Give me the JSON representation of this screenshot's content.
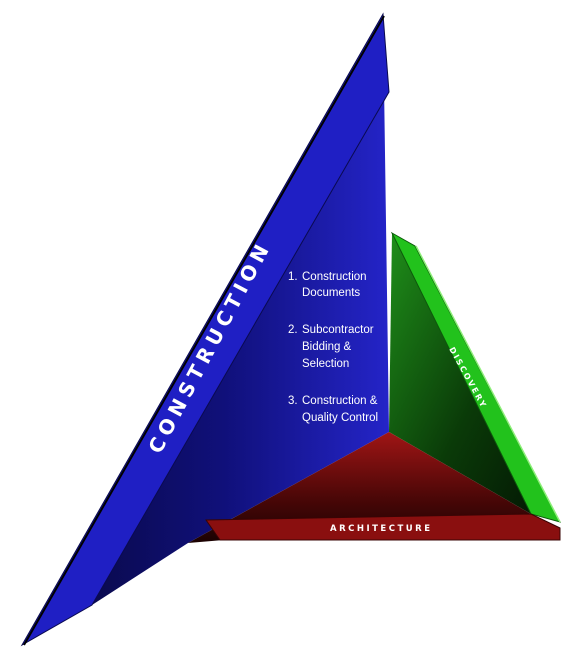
{
  "sections": {
    "construction": {
      "label": "CONSTRUCTION",
      "steps": [
        {
          "number": "1.",
          "lines": [
            "Construction",
            "Documents"
          ]
        },
        {
          "number": "2.",
          "lines": [
            "Subcontractor",
            "Bidding &",
            "Selection"
          ]
        },
        {
          "number": "3.",
          "lines": [
            "Construction &",
            "Quality Control"
          ]
        }
      ]
    },
    "discovery": {
      "label": "DISCOVERY"
    },
    "architecture": {
      "label": "ARCHITECTURE"
    }
  },
  "colors": {
    "construction": "#1f1fc4",
    "construction_dark": "#070738",
    "discovery": "#22c21c",
    "discovery_dark": "#041a04",
    "architecture": "#8a0f0f",
    "architecture_dark": "#220303"
  }
}
